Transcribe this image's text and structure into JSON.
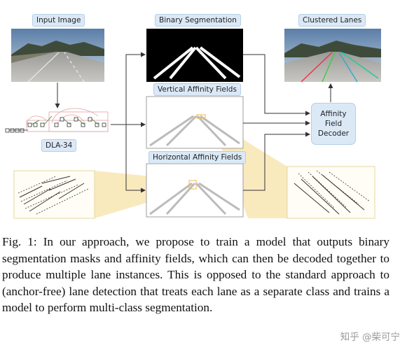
{
  "labels": {
    "input_image": "Input Image",
    "binary_segmentation": "Binary Segmentation",
    "clustered_lanes": "Clustered Lanes",
    "vertical_affinity": "Vertical Affinity Fields",
    "horizontal_affinity": "Horizontal Affinity Fields",
    "backbone": "DLA-34",
    "decoder_line1": "Affinity",
    "decoder_line2": "Field",
    "decoder_line3": "Decoder"
  },
  "caption": "Fig. 1: In our approach, we propose to train a model that outputs binary segmentation masks and affinity fields, which can then be decoded together to produce multiple lane instances. This is opposed to the standard approach to (anchor-free) lane detection that treats each lane as a separate class and trains a model to perform multi-class segmentation.",
  "watermark": "知乎 @柴可宁",
  "colors": {
    "label_bg": "#dbe9f7",
    "arrow": "#333333",
    "highlight": "#f7e3a8"
  }
}
